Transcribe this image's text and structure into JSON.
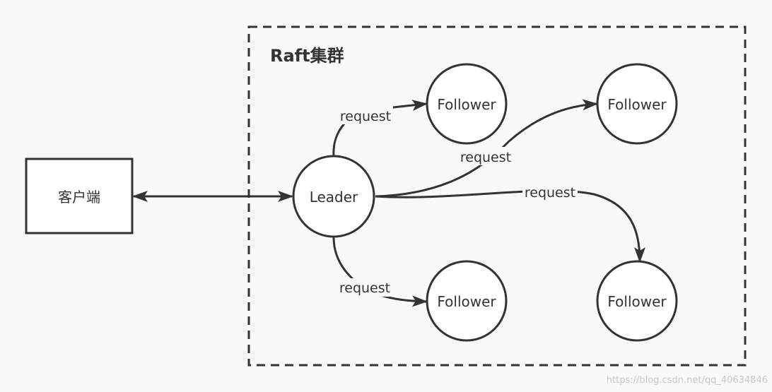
{
  "cluster": {
    "title": "Raft集群"
  },
  "client": {
    "label": "客户端"
  },
  "leader": {
    "label": "Leader"
  },
  "followers": [
    {
      "label": "Follower"
    },
    {
      "label": "Follower"
    },
    {
      "label": "Follower"
    },
    {
      "label": "Follower"
    }
  ],
  "edges": [
    {
      "label": "request"
    },
    {
      "label": "request"
    },
    {
      "label": "request"
    },
    {
      "label": "request"
    }
  ],
  "watermark": "https://blog.csdn.net/qq_40634846",
  "colors": {
    "background": "#f9f9f9",
    "stroke": "#333333",
    "text": "#333333"
  }
}
